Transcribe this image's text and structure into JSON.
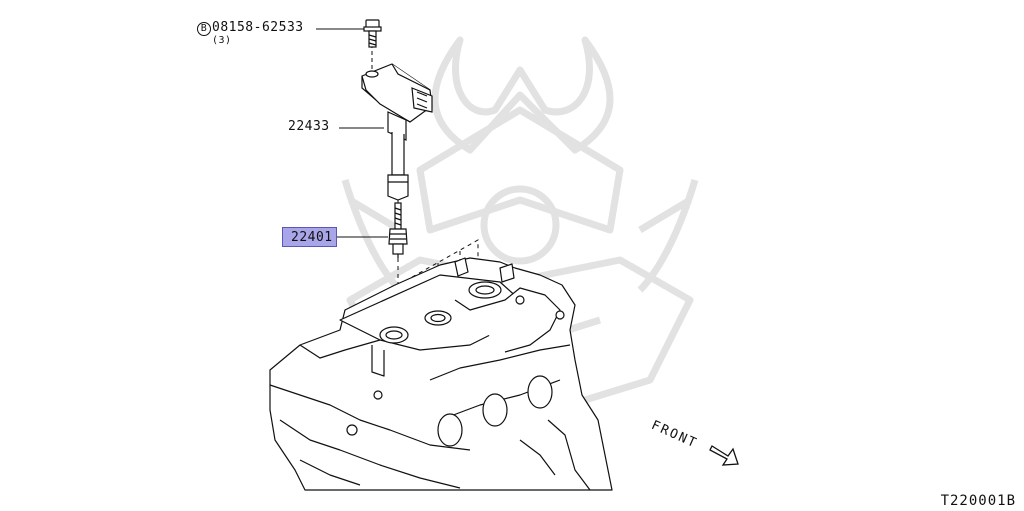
{
  "callouts": {
    "bolt_prefix": "B",
    "bolt_part": "08158-62533",
    "bolt_qty": "(3)",
    "coil_part": "22433",
    "plug_part": "22401"
  },
  "direction_label": "FRONT",
  "diagram_code": "T220001B",
  "colors": {
    "highlight_fill": "#a8a6e8",
    "highlight_border": "#5a57b8",
    "line": "#111111",
    "watermark": "#e4e4e4"
  },
  "icons": {
    "front_arrow": "arrow-down-right-icon",
    "watermark": "samurai-helmet-watermark"
  }
}
